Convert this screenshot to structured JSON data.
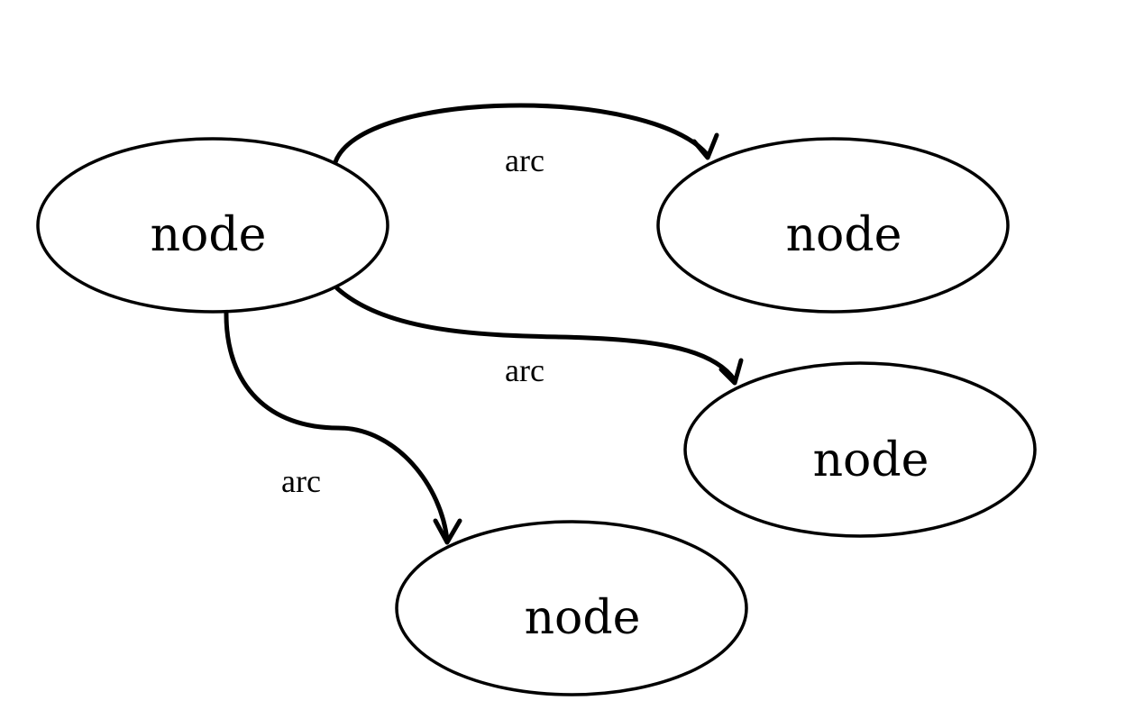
{
  "diagram": {
    "nodes": [
      {
        "id": "n1",
        "label": "node"
      },
      {
        "id": "n2",
        "label": "node"
      },
      {
        "id": "n3",
        "label": "node"
      },
      {
        "id": "n4",
        "label": "node"
      }
    ],
    "arcs": [
      {
        "id": "a1",
        "from": "n1",
        "to": "n2",
        "label": "arc"
      },
      {
        "id": "a2",
        "from": "n1",
        "to": "n3",
        "label": "arc"
      },
      {
        "id": "a3",
        "from": "n1",
        "to": "n4",
        "label": "arc"
      }
    ]
  }
}
